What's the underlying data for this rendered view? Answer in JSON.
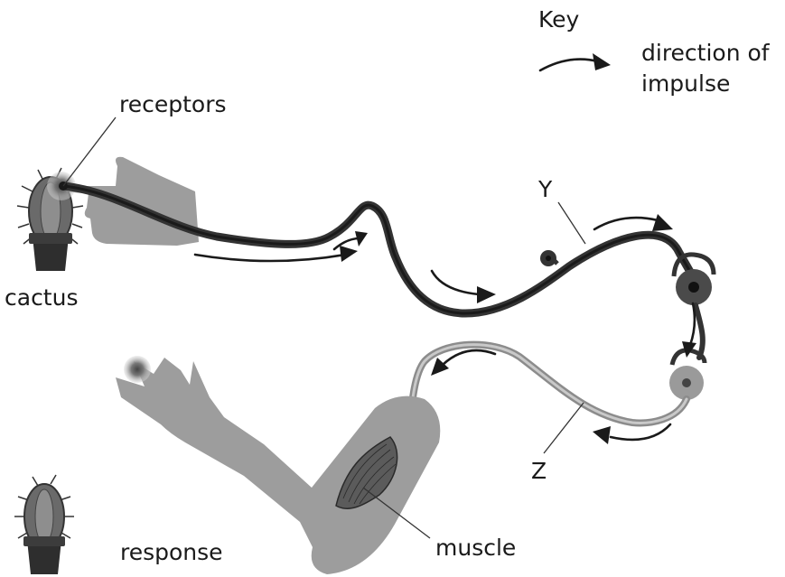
{
  "key": {
    "title": "Key",
    "entry_line1": "direction of",
    "entry_line2": "impulse"
  },
  "labels": {
    "receptors": "receptors",
    "cactus": "cactus",
    "Y": "Y",
    "Z": "Z",
    "response": "response",
    "muscle": "muscle"
  },
  "colors": {
    "sensory_neurone": "#333333",
    "motor_neurone": "#8c8c8c",
    "limb": "#9d9d9d",
    "cactus_body": "#6a6a6a",
    "pot": "#2e2e2e"
  }
}
